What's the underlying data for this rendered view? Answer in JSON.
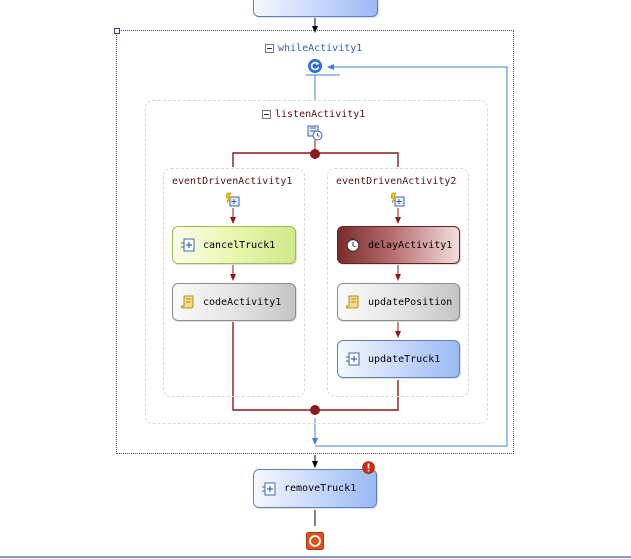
{
  "diagram": {
    "while_activity": {
      "label": "whileActivity1"
    },
    "listen_activity": {
      "label": "listenActivity1"
    },
    "branches": [
      {
        "label": "eventDrivenActivity1",
        "activities": [
          "cancelTruck1",
          "codeActivity1"
        ]
      },
      {
        "label": "eventDrivenActivity2",
        "activities": [
          "delayActivity1",
          "updatePosition",
          "updateTruck1"
        ]
      }
    ],
    "after_loop": {
      "label": "removeTruck1",
      "has_error": true
    },
    "colors": {
      "loop_arrow": "#3f7fe0",
      "branch_line": "#8b1a1a",
      "flow_arrow": "#000000",
      "error_badge": "#d62b0c",
      "terminator": "#e0501b"
    },
    "icons": {
      "while": "loop-icon",
      "listen": "listen-icon",
      "event_driven": "event-driven-icon",
      "call_external": "external-method-icon",
      "code": "code-icon",
      "delay": "clock-icon",
      "error": "error-badge-icon",
      "end": "terminator-icon"
    }
  }
}
